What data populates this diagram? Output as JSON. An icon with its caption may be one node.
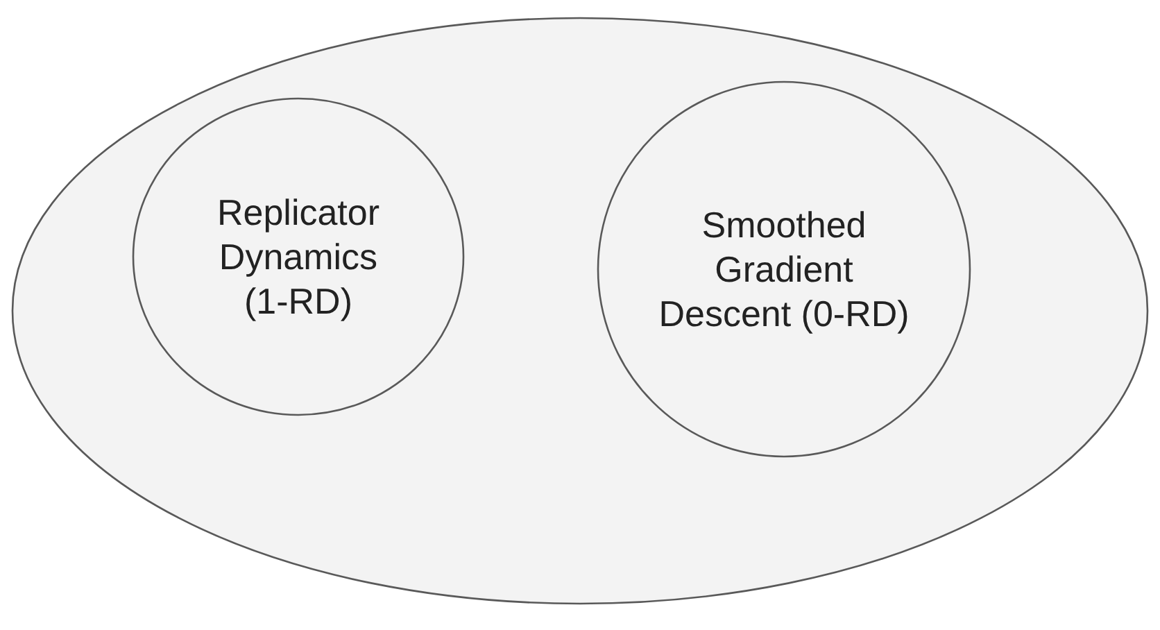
{
  "diagram": {
    "nodes": [
      {
        "text": [],
        "shape": "ellipse"
      },
      {
        "text": [
          "Replicator Dynamics (1-RD)"
        ],
        "in": 0
      },
      {
        "text": [
          "Smoothed Gradient Descent (0-RD)"
        ],
        "in": 0
      }
    ]
  }
}
